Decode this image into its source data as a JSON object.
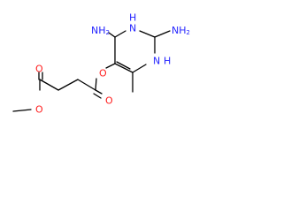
{
  "colors": {
    "background": "#ffffff",
    "bond": "#000000",
    "nitrogen": "#1f1fff",
    "oxygen": "#ff1f1f"
  },
  "atom_labels": {
    "nh2_top": "NH",
    "nh2_top_sub": "2",
    "n_ring_top": "N",
    "h_ring_top": "H",
    "nh2_right": "NH",
    "nh2_right_sub": "2",
    "n_ring_right": "N",
    "h_ring_right": "H",
    "o_ester_link": "O",
    "o_carbonyl_1": "O",
    "o_carbonyl_2": "O",
    "o_methoxy": "O"
  }
}
